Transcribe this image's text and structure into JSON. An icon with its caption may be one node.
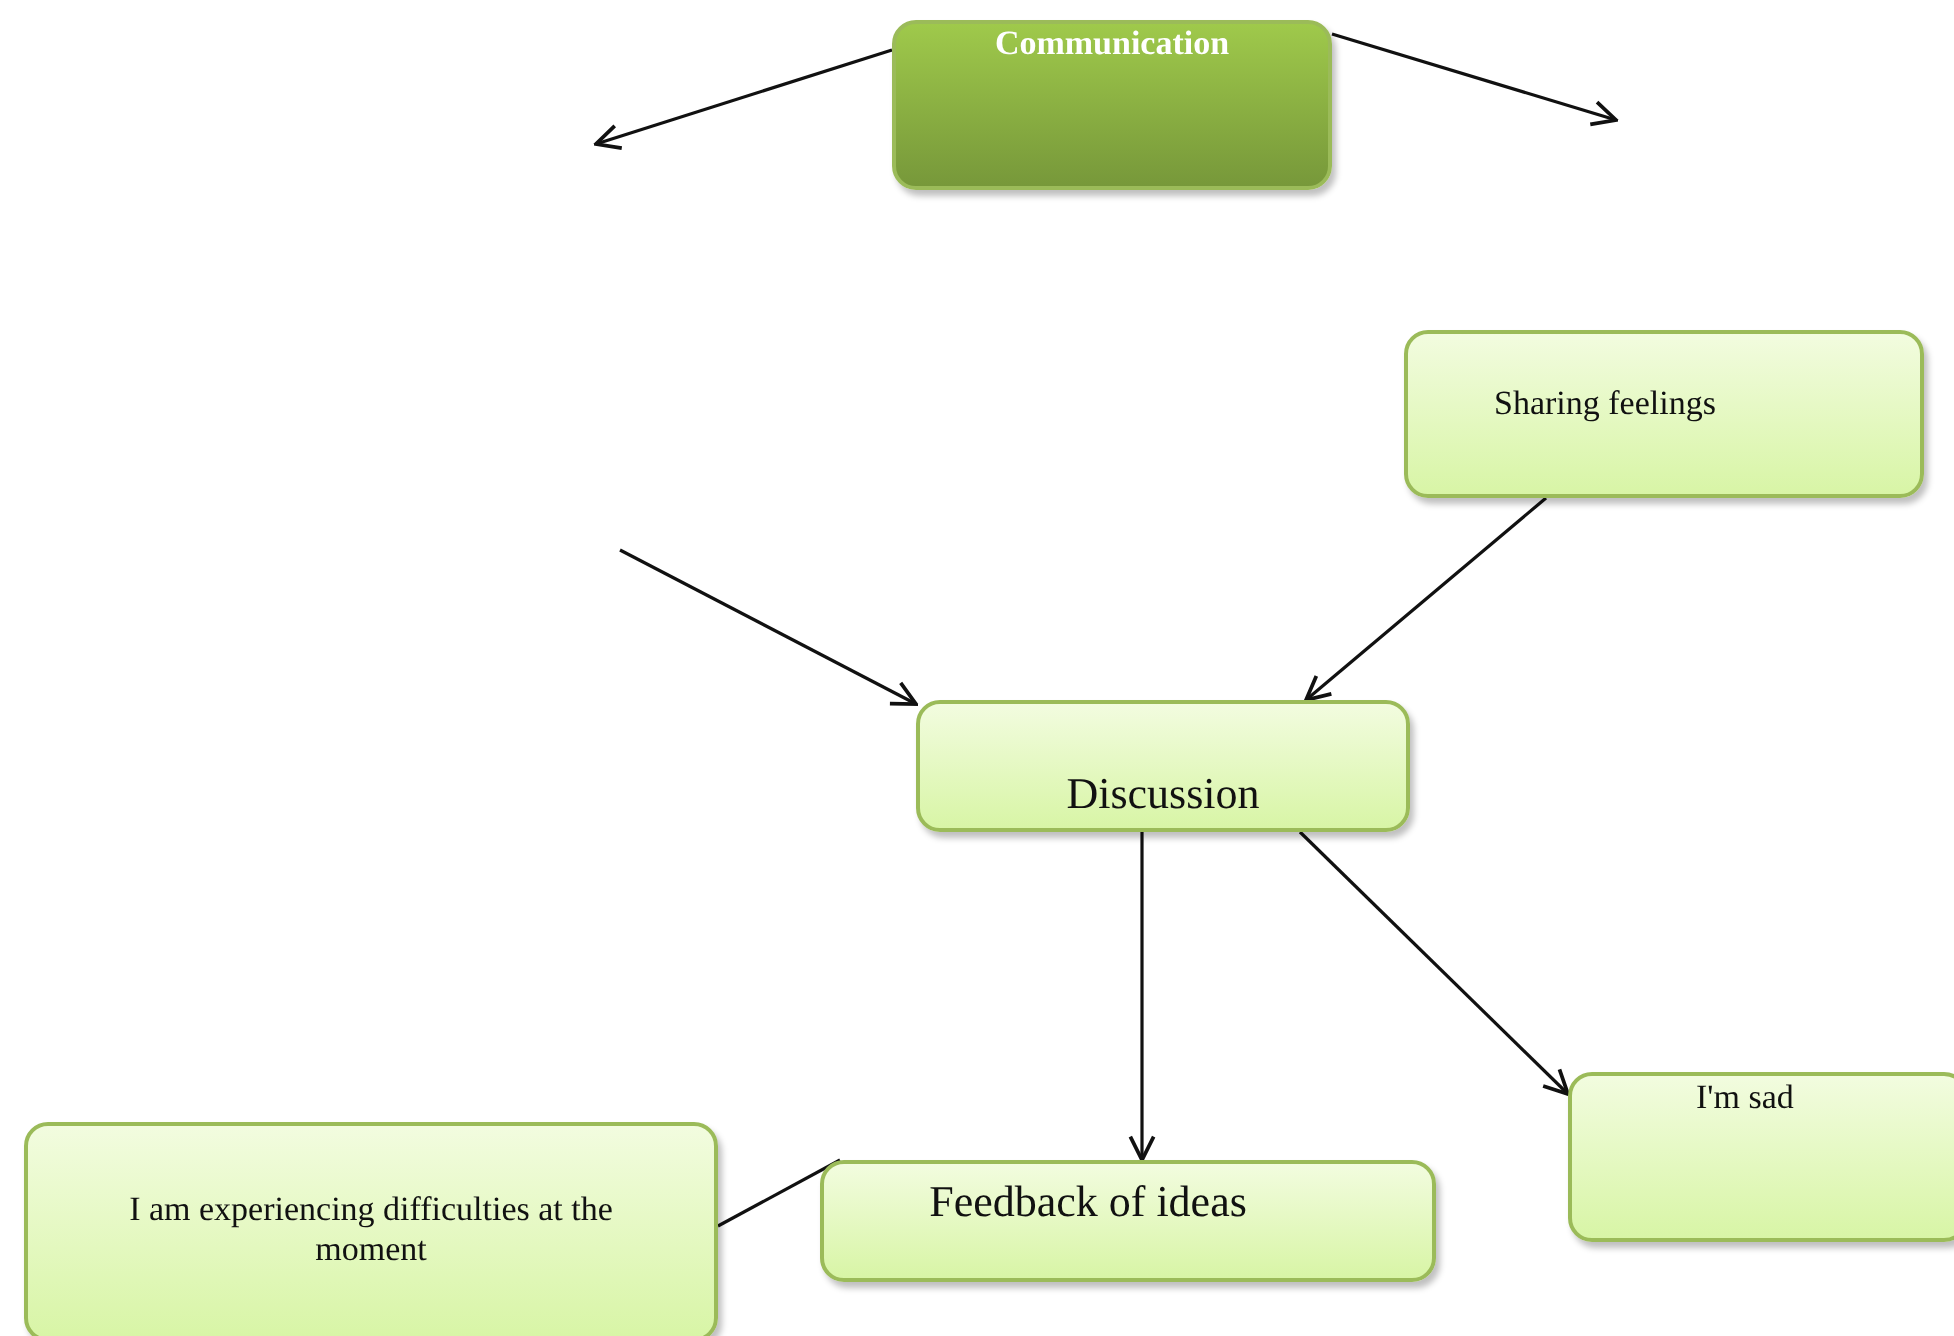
{
  "diagram": {
    "nodes": [
      {
        "text": [
          "Communication"
        ]
      },
      {
        "text": [
          "Sharing feelings"
        ]
      },
      {
        "text": [
          "Discussion"
        ]
      },
      {
        "text": [
          "I'm sad"
        ]
      },
      {
        "text": [
          "I am experiencing difficulties at the moment"
        ]
      },
      {
        "text": [
          "Feedback of ideas"
        ]
      }
    ],
    "edges": [
      {
        "from": 0,
        "to": null,
        "arrow": "to"
      },
      {
        "from": 0,
        "to": null,
        "arrow": "to"
      },
      {
        "from": null,
        "to": 2,
        "arrow": "to"
      },
      {
        "from": 1,
        "to": 2,
        "arrow": "to"
      },
      {
        "from": 2,
        "to": 5,
        "arrow": "to"
      },
      {
        "from": 2,
        "to": 3,
        "arrow": "to"
      },
      {
        "from": 4,
        "to": 5,
        "arrow": "none"
      }
    ]
  }
}
